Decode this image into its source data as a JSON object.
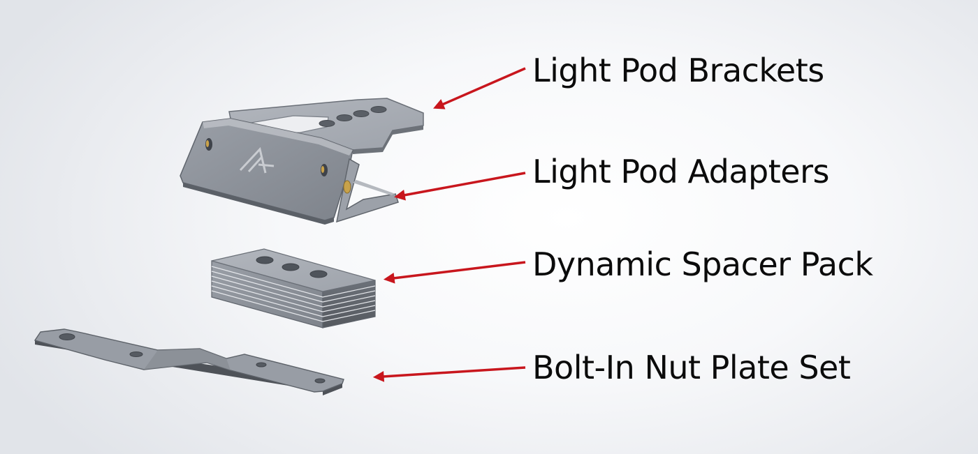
{
  "callouts": [
    {
      "label": "Light Pod Brackets"
    },
    {
      "label": "Light Pod Adapters"
    },
    {
      "label": "Dynamic Spacer Pack"
    },
    {
      "label": "Bolt-In Nut Plate Set"
    }
  ],
  "colors": {
    "arrow": "#c8161d",
    "part_face": "#8e939b",
    "part_edge": "#5f646c",
    "text": "#0b0b0b"
  }
}
